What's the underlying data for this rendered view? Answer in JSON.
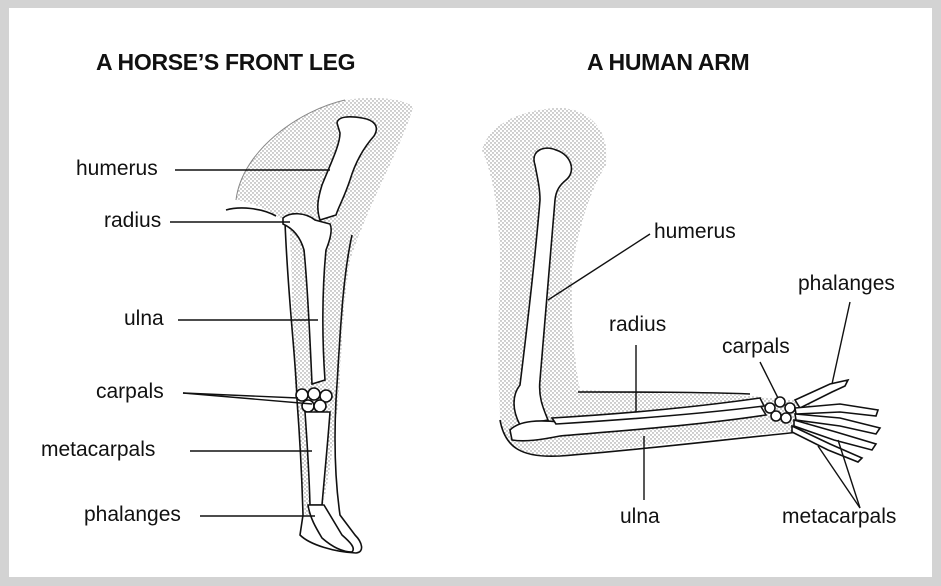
{
  "titles": {
    "horse": "A HORSE’S FRONT LEG",
    "human": "A HUMAN ARM"
  },
  "horse_labels": {
    "humerus": "humerus",
    "radius": "radius",
    "ulna": "ulna",
    "carpals": "carpals",
    "metacarpals": "metacarpals",
    "phalanges": "phalanges"
  },
  "human_labels": {
    "humerus": "humerus",
    "radius": "radius",
    "carpals": "carpals",
    "phalanges": "phalanges",
    "ulna": "ulna",
    "metacarpals": "metacarpals"
  },
  "colors": {
    "background": "#d3d3d3",
    "panel": "#ffffff",
    "ink": "#111111",
    "stipple": "#9a9a9a"
  }
}
